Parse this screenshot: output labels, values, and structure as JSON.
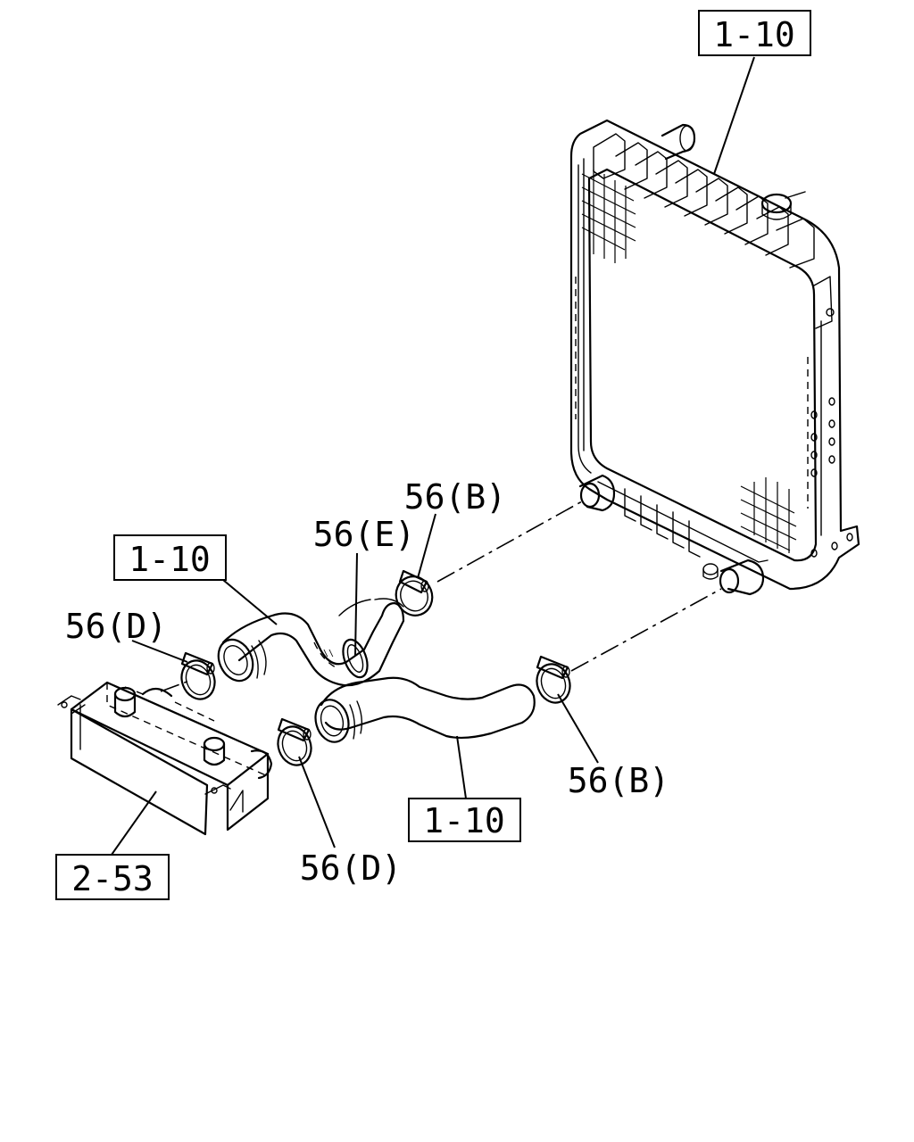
{
  "labels": {
    "radiator_ref": "1-10",
    "upper_hose_ref": "1-10",
    "lower_hose_ref": "1-10",
    "intercooler_ref": "2-53",
    "clamp_b_top": "56(B)",
    "clamp_e": "56(E)",
    "clamp_d_left": "56(D)",
    "clamp_b_right": "56(B)",
    "clamp_d_bottom": "56(D)"
  }
}
